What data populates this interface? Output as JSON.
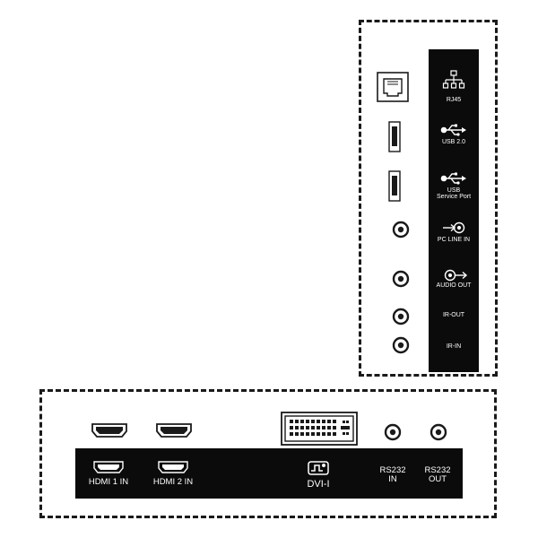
{
  "side_panel": {
    "ports": [
      {
        "id": "rj45",
        "label": "RJ45",
        "icon": "network-icon"
      },
      {
        "id": "usb20",
        "label": "USB 2.0",
        "icon": "usb-icon"
      },
      {
        "id": "usb-service",
        "label": "USB\nService Port",
        "icon": "usb-icon"
      },
      {
        "id": "pc-line-in",
        "label": "PC LINE IN",
        "icon": "audio-in-icon"
      },
      {
        "id": "audio-out",
        "label": "AUDIO OUT",
        "icon": "audio-out-icon"
      },
      {
        "id": "ir-out",
        "label": "IR-OUT",
        "icon": ""
      },
      {
        "id": "ir-in",
        "label": "IR-IN",
        "icon": ""
      }
    ]
  },
  "bottom_panel": {
    "ports": [
      {
        "id": "hdmi1",
        "label": "HDMI 1 IN",
        "icon": "hdmi-icon"
      },
      {
        "id": "hdmi2",
        "label": "HDMI 2 IN",
        "icon": "hdmi-icon"
      },
      {
        "id": "dvi",
        "label": "DVI-I",
        "icon": "dvi-icon"
      },
      {
        "id": "rs232-in",
        "label": "RS232\nIN",
        "icon": ""
      },
      {
        "id": "rs232-out",
        "label": "RS232\nOUT",
        "icon": ""
      }
    ]
  },
  "colors": {
    "line": "#1a1a1a",
    "strip": "#0b0b0b",
    "label_text": "#ffffff"
  }
}
